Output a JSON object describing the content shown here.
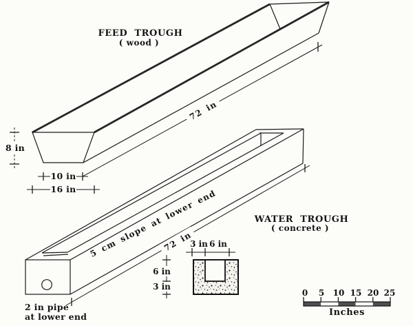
{
  "figure": {
    "feed_trough": {
      "title": "FEED TROUGH",
      "material": "( wood )",
      "dim_height": "8 in",
      "dim_bottom_width": "10 in",
      "dim_top_width": "16 in",
      "dim_length": "72 in"
    },
    "water_trough": {
      "title": "WATER TROUGH",
      "material": "( concrete )",
      "slope_note": "5 cm slope at lower end",
      "dim_length": "72 in",
      "pipe_note_line1": "2 in pipe",
      "pipe_note_line2": "at lower end",
      "cross_section": {
        "dim_wall_top": "3 in",
        "dim_inner_width_top": "6 in",
        "dim_depth": "6 in",
        "dim_base": "3 in"
      }
    },
    "scale_bar": {
      "ticks": [
        "0",
        "5",
        "10",
        "15",
        "20",
        "25"
      ],
      "unit": "Inches"
    },
    "colors": {
      "ink": "#1a1a1a",
      "paper": "#fcfcf9",
      "bar_dark": "#4f4f4f"
    }
  }
}
